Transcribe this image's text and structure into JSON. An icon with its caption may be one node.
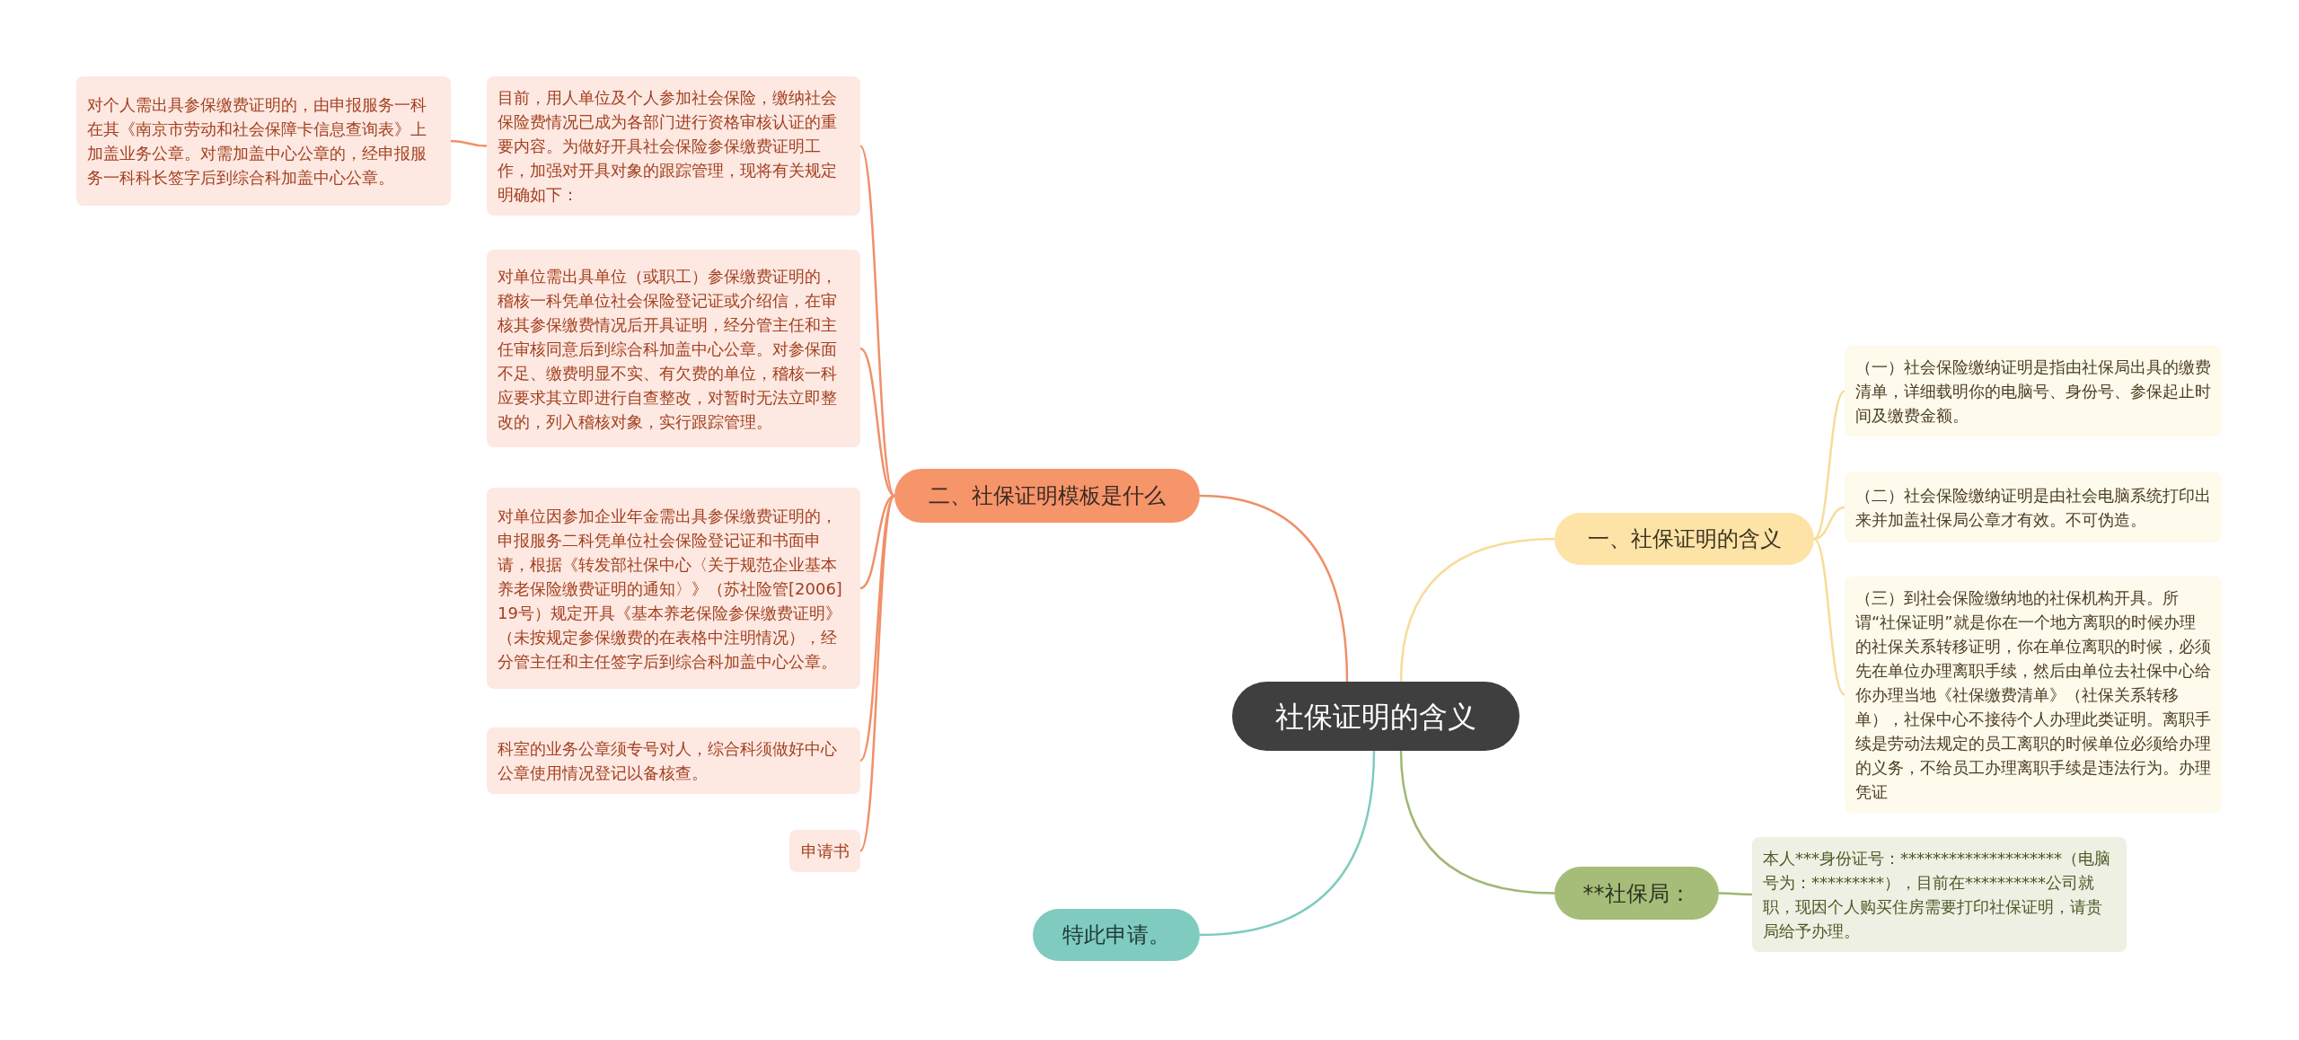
{
  "diagram": {
    "nodes": [
      {
        "text": [
          "社保证明的含义"
        ]
      },
      {
        "text": [
          "二、社保证明模板是什么"
        ]
      },
      {
        "text": [
          "目前，用人单位及个人参加社会保险，缴纳社会保险费情况已成为各部门进行资格审核认证的重要内容。为做好开具社会保险参保缴费证明工作，加强对开具对象的跟踪管理，现将有关规定明确如下："
        ]
      },
      {
        "text": [
          "对个人需出具参保缴费证明的，由申报服务一科在其《南京市劳动和社会保障卡信息查询表》上加盖业务公章。对需加盖中心公章的，经申报服务一科科长签字后到综合科加盖中心公章。"
        ]
      },
      {
        "text": [
          "对单位需出具单位（或职工）参保缴费证明的，稽核一科凭单位社会保险登记证或介绍信，在审核其参保缴费情况后开具证明，经分管主任和主任审核同意后到综合科加盖中心公章。对参保面不足、缴费明显不实、有欠费的单位，稽核一科应要求其立即进行自查整改，对暂时无法立即整改的，列入稽核对象，实行跟踪管理。"
        ]
      },
      {
        "text": [
          "对单位因参加企业年金需出具参保缴费证明的，申报服务二科凭单位社会保险登记证和书面申请，根据《转发部社保中心〈关于规范企业基本养老保险缴费证明的通知〉》（苏社险管[2006]19号）规定开具《基本养老保险参保缴费证明》（未按规定参保缴费的在表格中注明情况），经分管主任和主任签字后到综合科加盖中心公章。"
        ]
      },
      {
        "text": [
          "科室的业务公章须专号对人，综合科须做好中心公章使用情况登记以备核查。"
        ]
      },
      {
        "text": [
          "申请书"
        ]
      },
      {
        "text": [
          "特此申请。"
        ]
      },
      {
        "text": [
          "一、社保证明的含义"
        ]
      },
      {
        "text": [
          "（一）社会保险缴纳证明是指由社保局出具的缴费清单，详细载明你的电脑号、身份号、参保起止时间及缴费金额。"
        ]
      },
      {
        "text": [
          "（二）社会保险缴纳证明是由社会电脑系统打印出来并加盖社保局公章才有效。不可伪造。"
        ]
      },
      {
        "text": [
          "（三）到社会保险缴纳地的社保机构开具。所谓“社保证明”就是你在一个地方离职的时候办理的社保关系转移证明，你在单位离职的时候，必须先在单位办理离职手续，然后由单位去社保中心给你办理当地《社保缴费清单》（社保关系转移单），社保中心不接待个人办理此类证明。离职手续是劳动法规定的员工离职的时候单位必须给办理的义务，不给员工办理离职手续是违法行为。办理凭证"
        ]
      },
      {
        "text": [
          "**社保局："
        ]
      },
      {
        "text": [
          "本人***身份证号：********************（电脑号为：*********），目前在**********公司就职，现因个人购买住房需要打印社保证明，请贵局给予办理。"
        ]
      }
    ],
    "edges": [
      {
        "from": 0,
        "to": 1,
        "arrow": "none"
      },
      {
        "from": 0,
        "to": 9,
        "arrow": "none",
        "color": "#f7dc9a"
      },
      {
        "from": 0,
        "to": 13,
        "arrow": "none",
        "color": "#9fb872"
      },
      {
        "from": 0,
        "to": 8,
        "arrow": "none",
        "color": "#7fcbbf"
      },
      {
        "from": 1,
        "to": 2,
        "arrow": "none"
      },
      {
        "from": 1,
        "to": 4,
        "arrow": "none"
      },
      {
        "from": 1,
        "to": 5,
        "arrow": "none"
      },
      {
        "from": 1,
        "to": 6,
        "arrow": "none"
      },
      {
        "from": 1,
        "to": 7,
        "arrow": "none"
      },
      {
        "from": 2,
        "to": 3,
        "arrow": "none"
      },
      {
        "from": 9,
        "to": 10,
        "arrow": "none",
        "color": "#f7dc9a"
      },
      {
        "from": 9,
        "to": 11,
        "arrow": "none",
        "color": "#f7dc9a"
      },
      {
        "from": 9,
        "to": 12,
        "arrow": "none",
        "color": "#f7dc9a"
      },
      {
        "from": 13,
        "to": 14,
        "arrow": "none",
        "color": "#9fb872"
      }
    ]
  }
}
